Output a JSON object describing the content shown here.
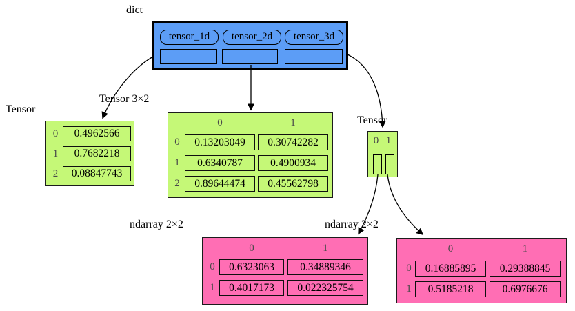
{
  "colors": {
    "dict_fill": "#5c9df6",
    "tensor_fill": "#c5f877",
    "ndarray_fill": "#ff6eb4",
    "index_text": "#4a4a4a",
    "edge": "#000000"
  },
  "dict": {
    "label": "dict",
    "keys": [
      "tensor_1d",
      "tensor_2d",
      "tensor_3d"
    ]
  },
  "tensor_1d": {
    "xlabel": "Tensor",
    "row_indices": [
      "0",
      "1",
      "2"
    ],
    "values": [
      "0.4962566",
      "0.7682218",
      "0.08847743"
    ]
  },
  "tensor_2d": {
    "xlabel": "Tensor 3×2",
    "col_headers": [
      "0",
      "1"
    ],
    "row_indices": [
      "0",
      "1",
      "2"
    ],
    "rows": [
      [
        "0.13203049",
        "0.30742282"
      ],
      [
        "0.6340787",
        "0.4900934"
      ],
      [
        "0.89644474",
        "0.45562798"
      ]
    ]
  },
  "tensor_3d": {
    "xlabel": "Tensor",
    "col_headers": [
      "0",
      "1"
    ]
  },
  "ndarray_a": {
    "xlabel": "ndarray 2×2",
    "col_headers": [
      "0",
      "1"
    ],
    "row_indices": [
      "0",
      "1"
    ],
    "rows": [
      [
        "0.6323063",
        "0.34889346"
      ],
      [
        "0.4017173",
        "0.022325754"
      ]
    ]
  },
  "ndarray_b": {
    "xlabel": "ndarray 2×2",
    "col_headers": [
      "0",
      "1"
    ],
    "row_indices": [
      "0",
      "1"
    ],
    "rows": [
      [
        "0.16885895",
        "0.29388845"
      ],
      [
        "0.5185218",
        "0.6976676"
      ]
    ]
  },
  "edges": [
    {
      "from": "dict.tensor_1d",
      "to": "tensor_1d"
    },
    {
      "from": "dict.tensor_2d",
      "to": "tensor_2d"
    },
    {
      "from": "dict.tensor_3d",
      "to": "tensor_3d"
    },
    {
      "from": "tensor_3d.0",
      "to": "ndarray_a"
    },
    {
      "from": "tensor_3d.1",
      "to": "ndarray_b"
    }
  ]
}
